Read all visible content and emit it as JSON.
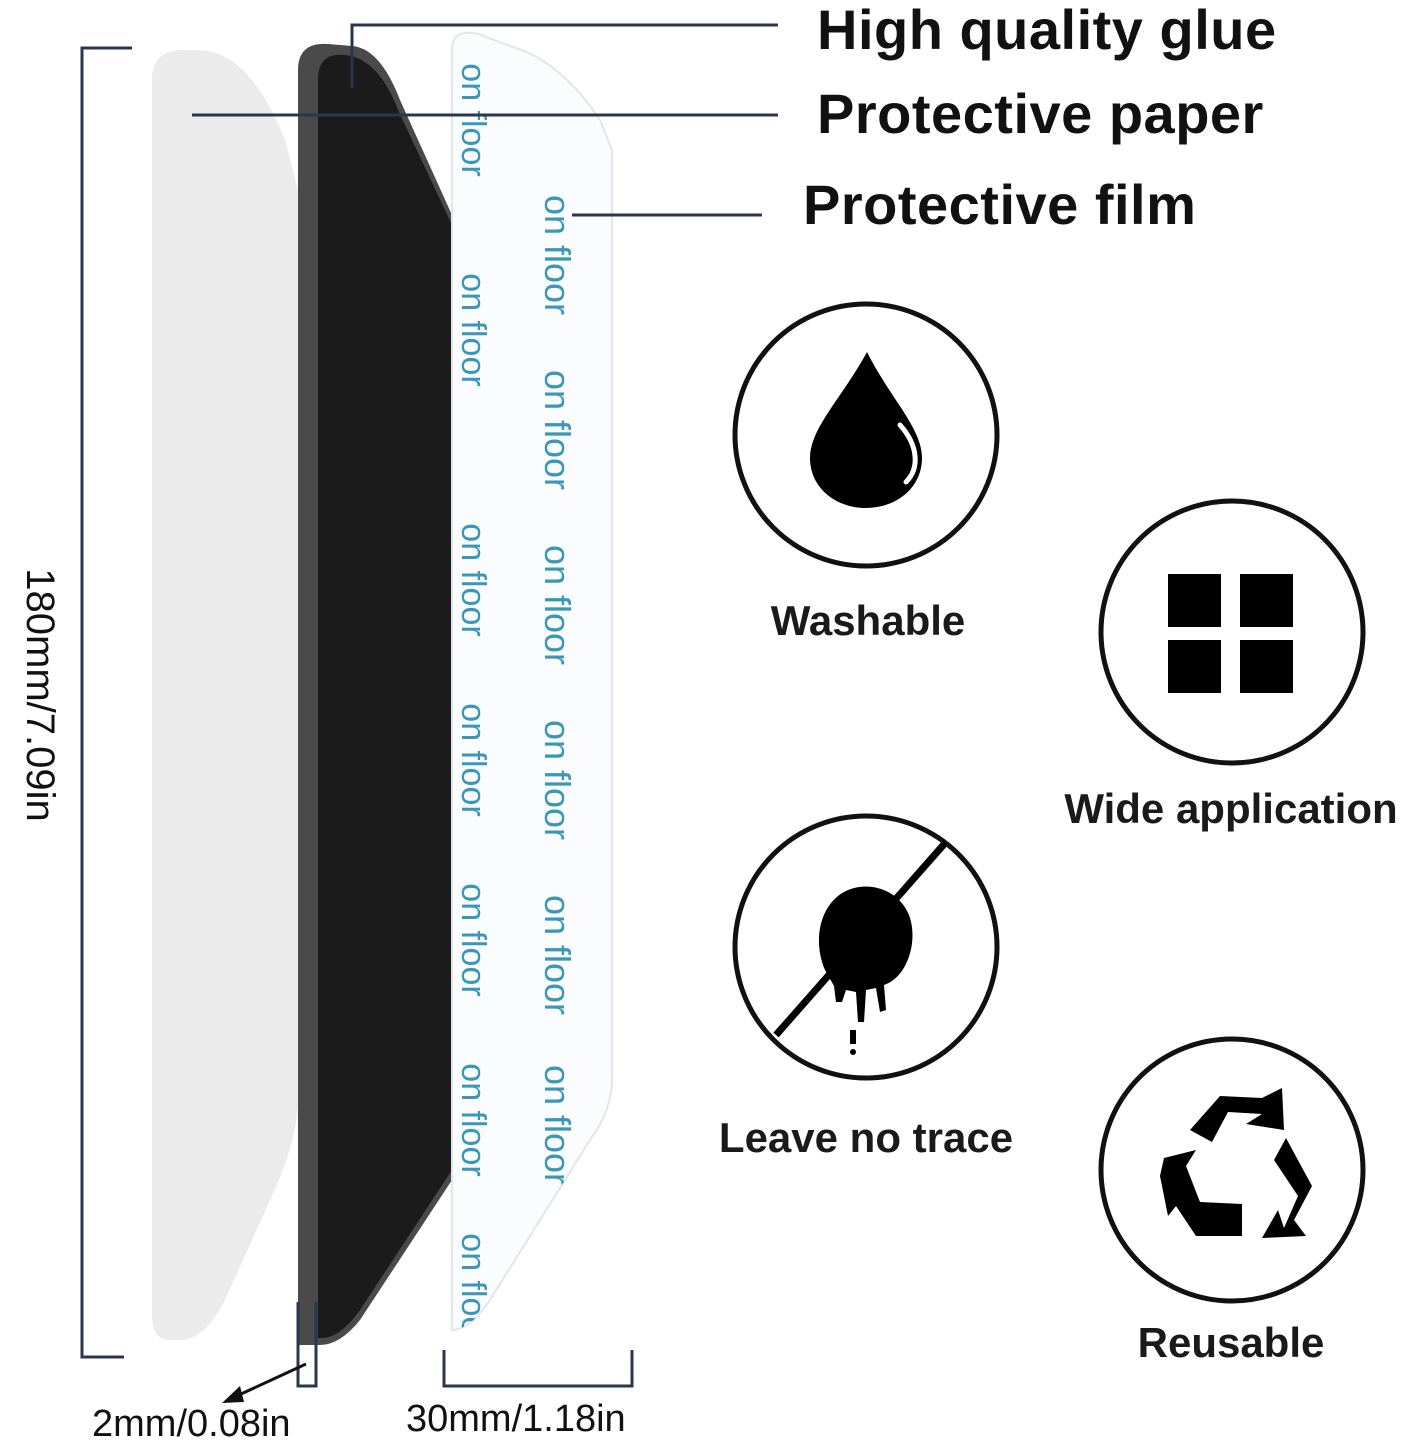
{
  "callouts": {
    "glue": "High quality glue",
    "paper": "Protective paper",
    "film": "Protective film"
  },
  "features": [
    {
      "label": "Washable",
      "icon": "water-drop-icon"
    },
    {
      "label": "Wide application",
      "icon": "grid-squares-icon"
    },
    {
      "label": "Leave no trace",
      "icon": "no-residue-icon"
    },
    {
      "label": "Reusable",
      "icon": "recycle-icon"
    }
  ],
  "dimensions": {
    "length": "180mm/7.09in",
    "thickness": "2mm/0.08in",
    "width": "30mm/1.18in"
  },
  "film_print_text": "on floor",
  "colors": {
    "callout_line": "#2b3550",
    "glue_strip": "#1b1b1b",
    "film_text": "#3a97b8"
  }
}
